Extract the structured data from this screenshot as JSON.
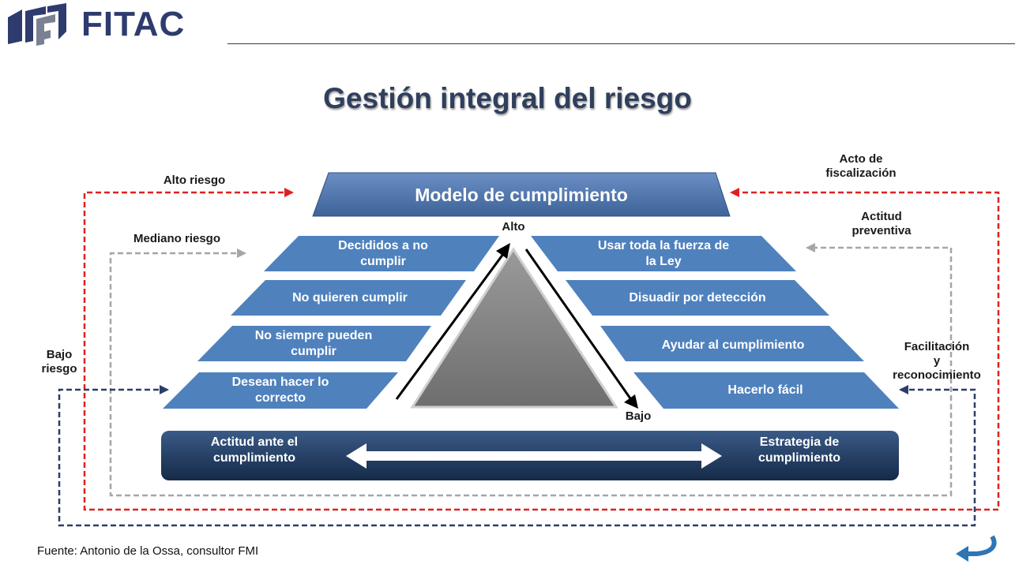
{
  "brand": {
    "name": "FITAC",
    "logo_color": "#2e3b6e"
  },
  "title": "Gestión integral del riesgo",
  "top_bar": "Modelo de cumplimiento",
  "left_rows": [
    {
      "text": "Decididos a no\ncumplir"
    },
    {
      "text": "No quieren cumplir"
    },
    {
      "text": "No siempre pueden\ncumplir"
    },
    {
      "text": "Desean hacer lo\ncorrecto"
    }
  ],
  "right_rows": [
    {
      "text": "Usar toda la fuerza de\nla Ley"
    },
    {
      "text": "Disuadir por detección"
    },
    {
      "text": "Ayudar al cumplimiento"
    },
    {
      "text": "Hacerlo fácil"
    }
  ],
  "center": {
    "top_label": "Alto",
    "bottom_label": "Bajo"
  },
  "left_labels": {
    "high": "Alto riesgo",
    "medium": "Mediano riesgo",
    "low": "Bajo\nriesgo"
  },
  "right_labels": {
    "high": "Acto de\nfiscalización",
    "medium": "Actitud\npreventiva",
    "low": "Facilitación\ny\nreconocimiento"
  },
  "bottom_bar": {
    "left": "Actitud ante el\ncumplimiento",
    "right": "Estrategia de\ncumplimiento"
  },
  "source": "Fuente: Antonio de la Ossa, consultor FMI",
  "colors": {
    "row_blue": "#4f81bd",
    "dark_bar": "#1f3a5f",
    "red_loop": "#e02020",
    "gray_loop": "#a6a6a6",
    "navy_loop": "#2b3f66"
  },
  "icons": {
    "corner": "return-arrow-icon"
  }
}
